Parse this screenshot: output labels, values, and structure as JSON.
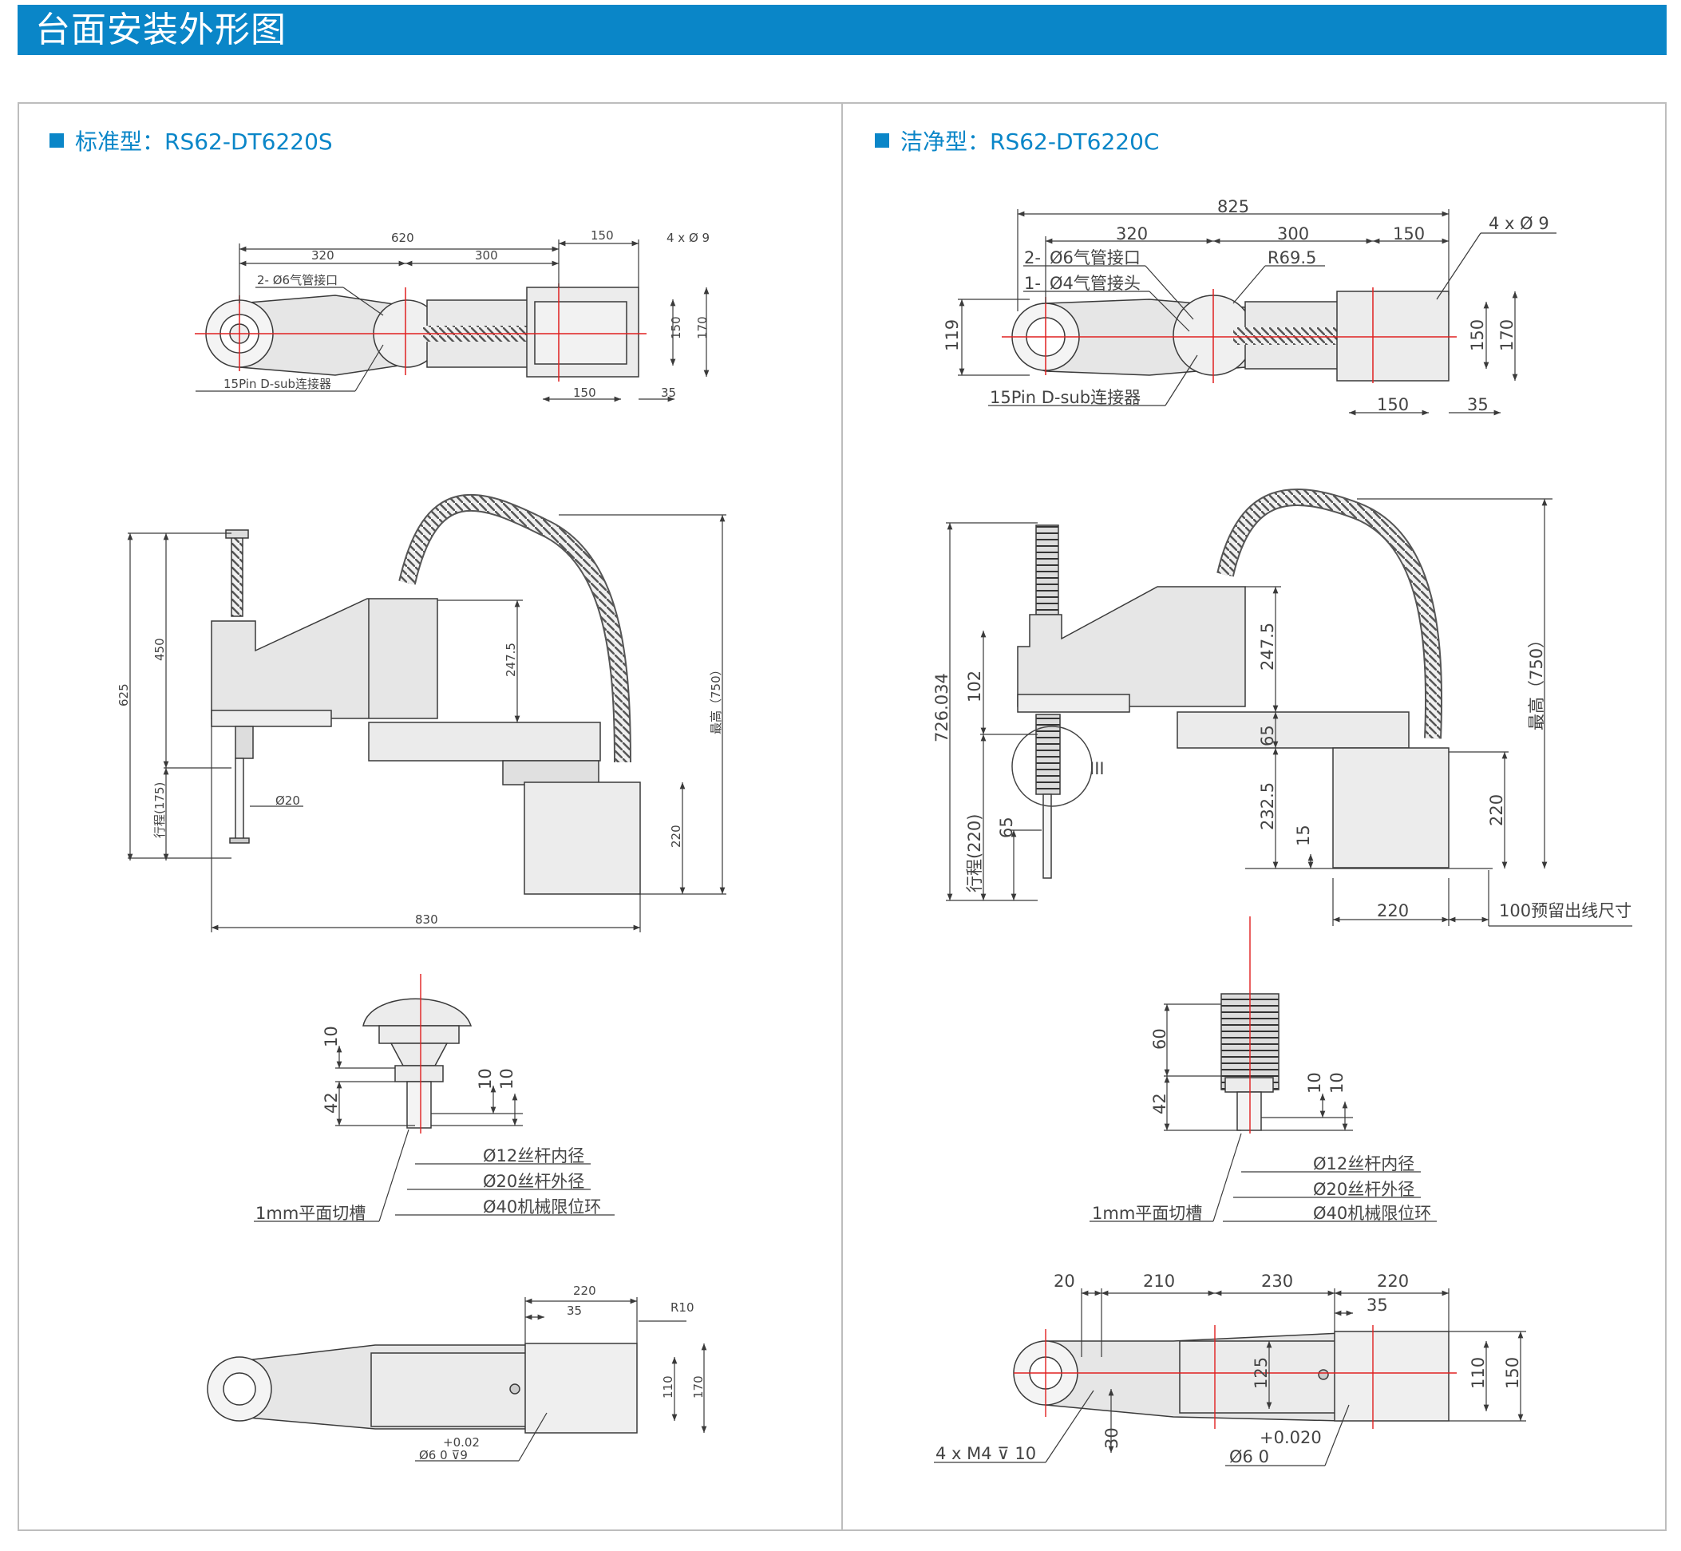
{
  "page": {
    "title": "台面安装外形图"
  },
  "left": {
    "heading": "标准型：RS62-DT6220S",
    "top_view": {
      "d_620": "620",
      "d_320": "320",
      "d_300": "300",
      "d_150a": "150",
      "holes": "4 x   Ø 9",
      "air": "2- Ø6气管接口",
      "d_150b": "150",
      "d_170": "170",
      "dsub": "15Pin D-sub连接器",
      "d_150c": "150",
      "d_35": "35"
    },
    "side_view": {
      "d_625": "625",
      "d_450": "450",
      "stroke": "行程(175)",
      "shaft": "Ø20",
      "d_247": "247.5",
      "max_h": "最高（750）",
      "d_220": "220",
      "d_830": "830"
    },
    "detail": {
      "d_10a": "10",
      "d_42": "42",
      "d_10b": "10",
      "d_10c": "10",
      "inner": "Ø12丝杆内径",
      "outer": "Ø20丝杆外径",
      "ring": "Ø40机械限位环",
      "groove": "1mm平面切槽"
    },
    "base_view": {
      "d_220": "220",
      "d_35": "35",
      "r10": "R10",
      "d_110": "110",
      "d_170": "170",
      "tol": "+0.02",
      "pin": "Ø6   0    ⊽9"
    }
  },
  "right": {
    "heading": "洁净型：RS62-DT6220C",
    "top_view": {
      "d_825": "825",
      "d_320": "320",
      "d_300": "300",
      "d_150a": "150",
      "holes": "4 x   Ø 9",
      "air1_n": "2-",
      "air1": "Ø6气管接口",
      "r69": "R69.5",
      "air2_n": "1-",
      "air2": "Ø4气管接头",
      "d_119": "119",
      "d_150b": "150",
      "d_170": "170",
      "dsub": "15Pin D-sub连接器",
      "d_150c": "150",
      "d_35": "35"
    },
    "side_view": {
      "d_726": "726.034",
      "d_102": "102",
      "stroke": "行程(220)",
      "d_65a": "65",
      "detail_mark": "III",
      "d_247": "247.5",
      "d_65b": "65",
      "d_232": "232.5",
      "d_15": "15",
      "max_h": "最高（750）",
      "d_220v": "220",
      "d_220h": "220",
      "reserve": "100预留出线尺寸"
    },
    "detail": {
      "d_60": "60",
      "d_42": "42",
      "d_10b": "10",
      "d_10c": "10",
      "inner": "Ø12丝杆内径",
      "outer": "Ø20丝杆外径",
      "ring": "Ø40机械限位环",
      "groove": "1mm平面切槽"
    },
    "base_view": {
      "d_20": "20",
      "d_210": "210",
      "d_230": "230",
      "d_220": "220",
      "d_35": "35",
      "d_125": "125",
      "d_110": "110",
      "d_150": "150",
      "m4": "4 x M4   ⊽ 10",
      "d_30": "30",
      "tol": "+0.020",
      "pin": "Ø6    0"
    }
  },
  "colors": {
    "accent": "#0a86c8",
    "centerline": "#e02020",
    "body": "#e6e6e6",
    "line": "#3a3a3a"
  }
}
